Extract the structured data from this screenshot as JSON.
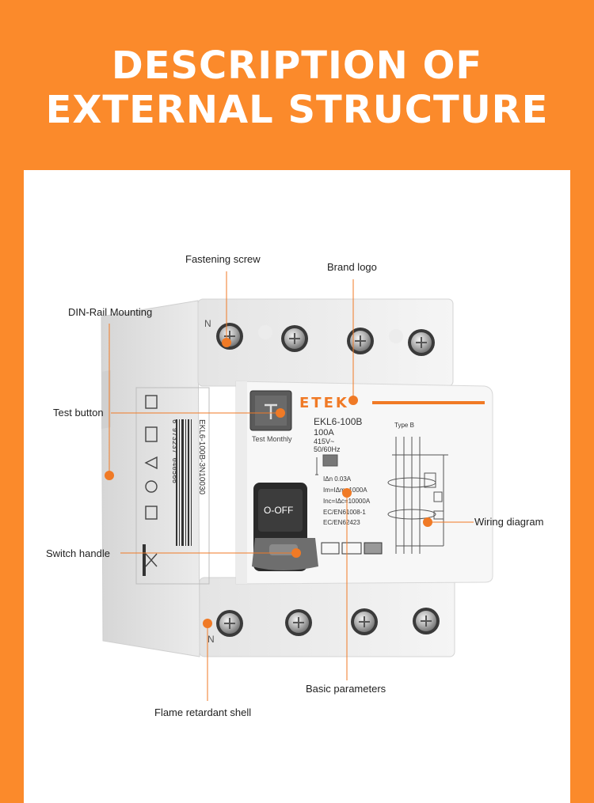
{
  "heading": {
    "line1": "DESCRIPTION OF",
    "line2": "EXTERNAL STRUCTURE"
  },
  "colors": {
    "background": "#fb8a2b",
    "accent": "#f07a26",
    "panel": "#ffffff"
  },
  "callouts": {
    "fastening_screw": "Fastening screw",
    "brand_logo": "Brand logo",
    "din_rail": "DIN-Rail Mounting",
    "test_button": "Test button",
    "switch_handle": "Switch handle",
    "wiring_diagram": "Wiring diagram",
    "basic_parameters": "Basic parameters",
    "flame_retardant": "Flame retardant shell"
  },
  "device": {
    "terminal_mark_top": "N",
    "terminal_mark_bottom": "N",
    "brand": "ETEK",
    "model": "EKL6-100B",
    "current": "100A",
    "voltage": "415V~",
    "frequency": "50/60Hz",
    "type_label": "Type B",
    "test_label": "Test Monthly",
    "switch_label": "O-OFF",
    "params": [
      "IΔn 0.03A",
      "Im=IΔm=1000A",
      "Inc=IΔc=10000A",
      "EC/EN61008-1",
      "EC/EN62423"
    ],
    "side_label": "EKL6-100B-3N10030",
    "barcode_number": "6 973237 040566"
  }
}
